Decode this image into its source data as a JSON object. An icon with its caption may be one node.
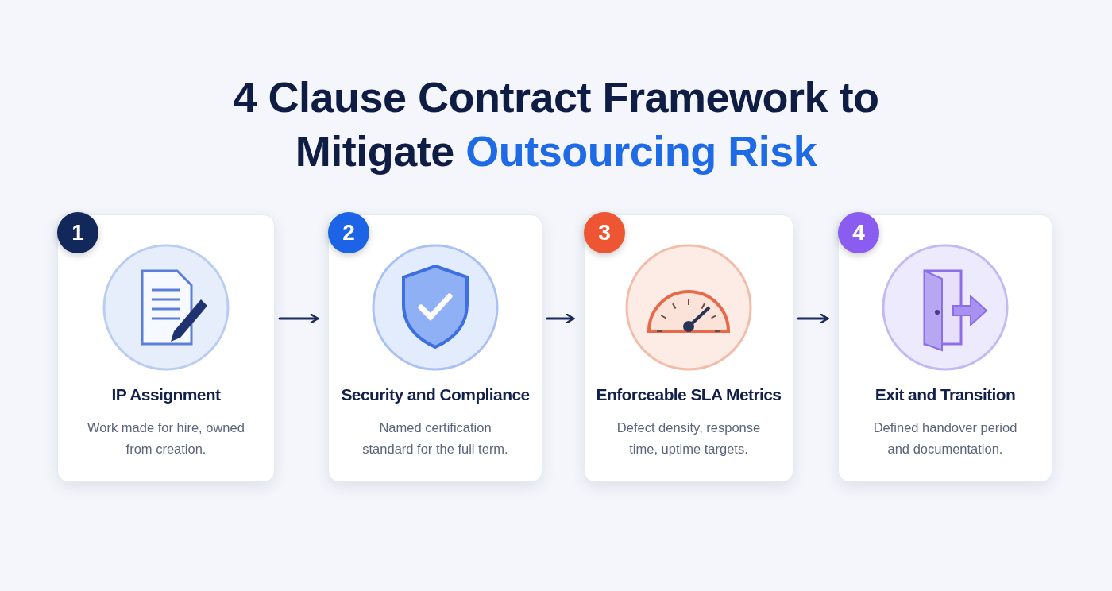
{
  "diagram": {
    "title": "4 Clause Contract Framework to Mitigate **Outsourcing Risk**",
    "nodes": [
      {
        "text": [
          "1",
          "IP Assignment",
          "Work made for hire, owned from creation."
        ]
      },
      {
        "text": [
          "2",
          "Security and Compliance",
          "Named certification standard for the full term."
        ]
      },
      {
        "text": [
          "3",
          "Enforceable SLA Metrics",
          "Defect density, response time, uptime targets."
        ]
      },
      {
        "text": [
          "4",
          "Exit and Transition",
          "Defined handover period and documentation."
        ]
      }
    ],
    "edges": [
      {
        "from": 0,
        "to": 1,
        "arrow": "to"
      },
      {
        "from": 1,
        "to": 2,
        "arrow": "to"
      },
      {
        "from": 2,
        "to": 3,
        "arrow": "to"
      }
    ]
  }
}
